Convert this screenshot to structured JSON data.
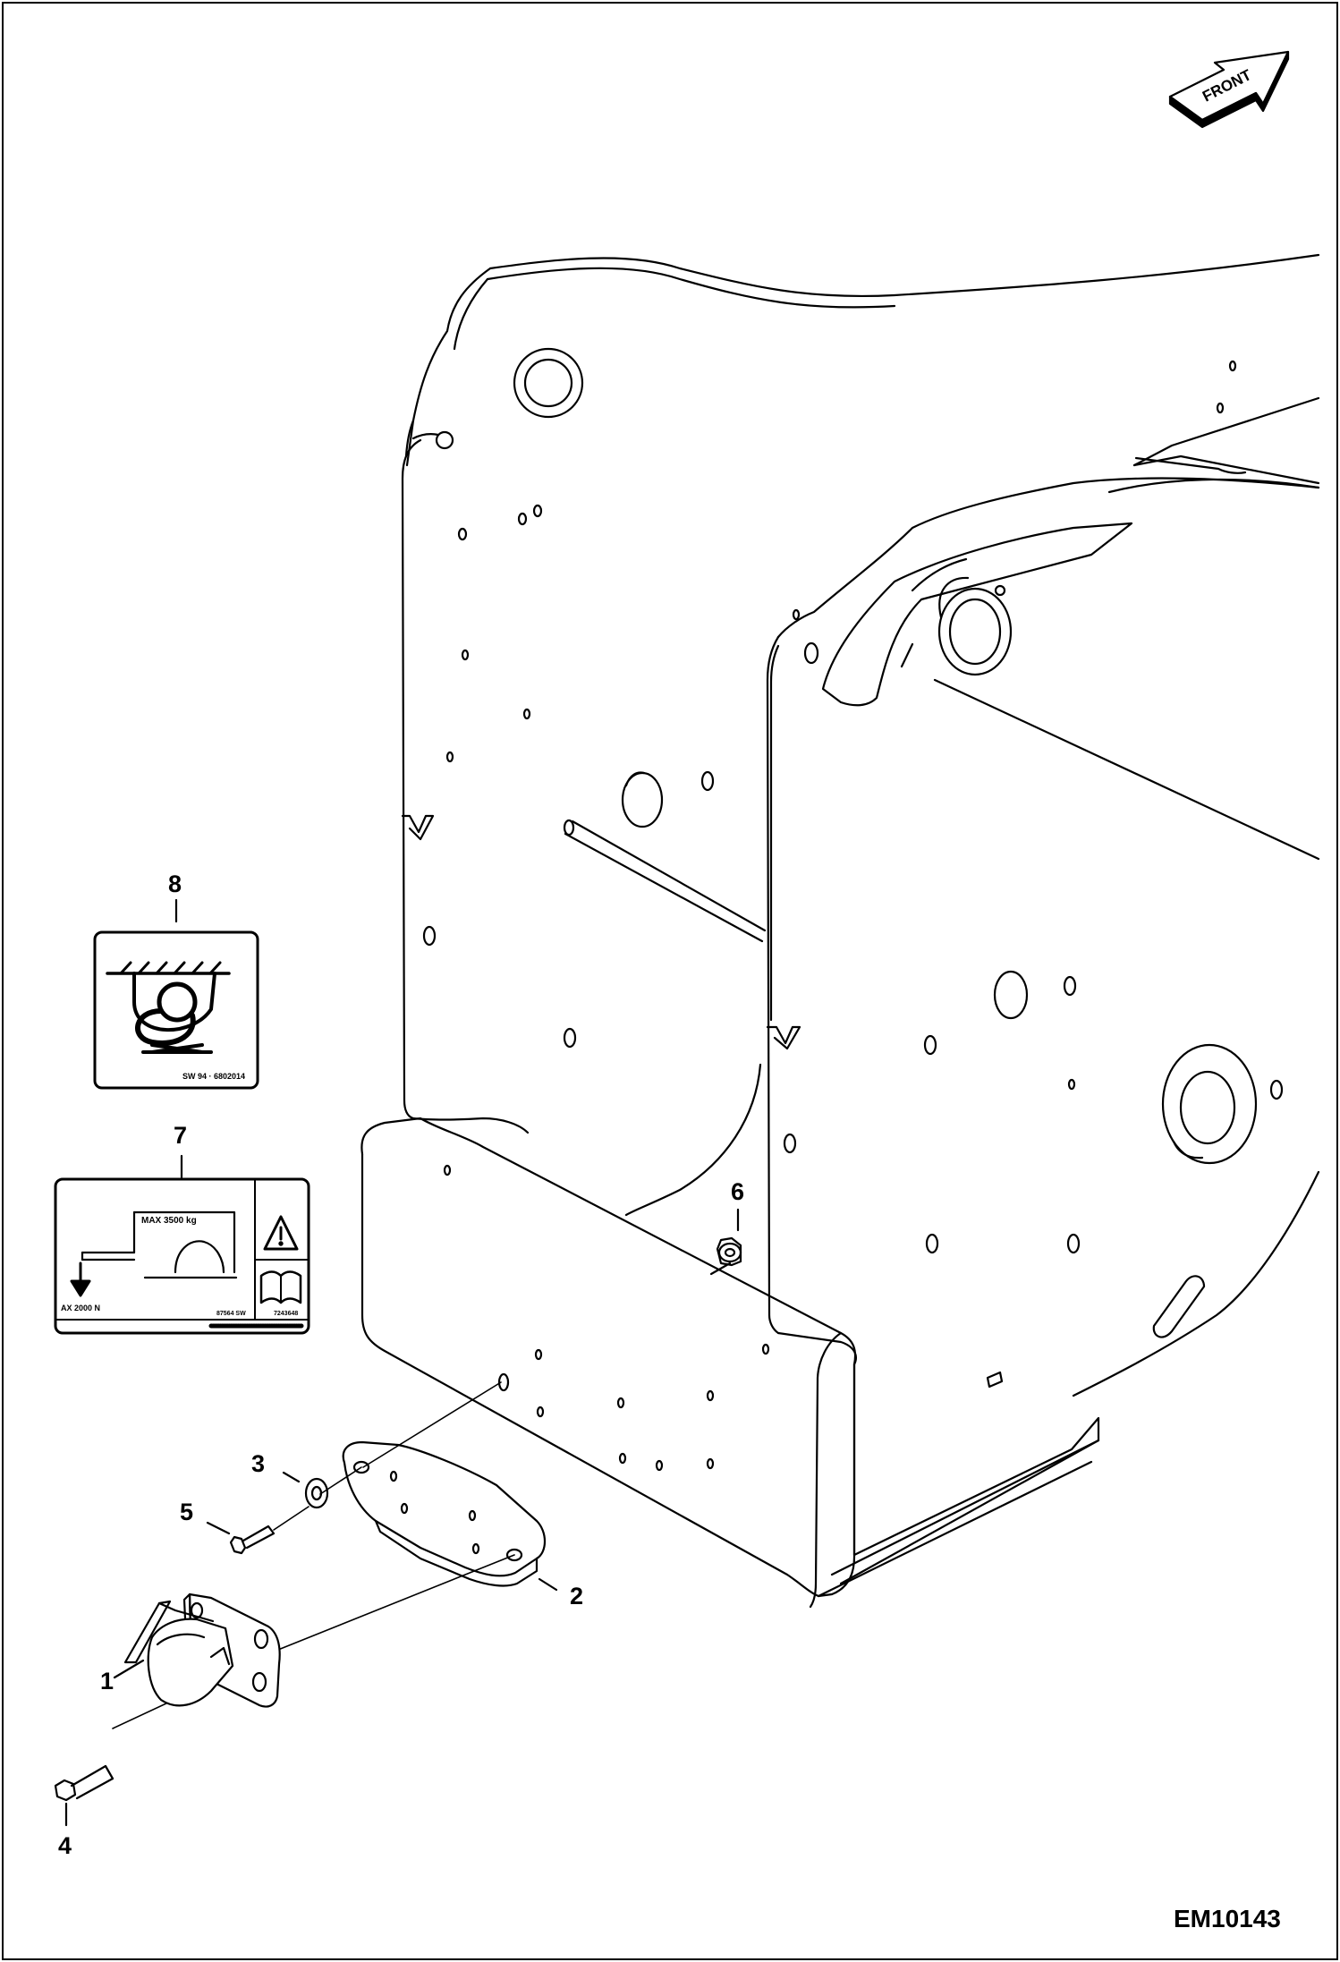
{
  "figure": {
    "id": "EM10143",
    "front_arrow_text": "FRONT"
  },
  "callouts": [
    {
      "number": "1"
    },
    {
      "number": "2"
    },
    {
      "number": "3"
    },
    {
      "number": "4"
    },
    {
      "number": "5"
    },
    {
      "number": "6"
    },
    {
      "number": "7"
    },
    {
      "number": "8"
    }
  ],
  "decal_7": {
    "max_load": "MAX 3500 kg",
    "vertical_load": "AX 2000 N",
    "part_code_left": "87564 SW",
    "part_code_right": "7243648"
  },
  "decal_8": {
    "part_code": "SW 94 · 6802014"
  }
}
